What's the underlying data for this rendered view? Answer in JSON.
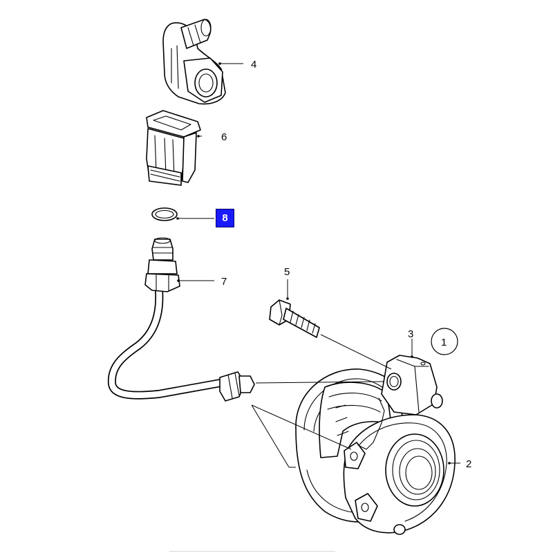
{
  "callouts": {
    "c1": "1",
    "c2": "2",
    "c3": "3",
    "c4": "4",
    "c5": "5",
    "c6": "6",
    "c7": "7",
    "c8": "8"
  },
  "colors": {
    "highlight": "#1a1aff",
    "line": "#000000",
    "background": "#ffffff"
  }
}
